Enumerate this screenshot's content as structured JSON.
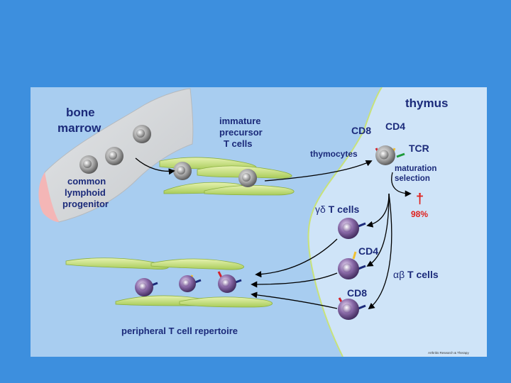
{
  "labels": {
    "bone_marrow_line1": "bone",
    "bone_marrow_line2": "marrow",
    "immature_line1": "immature",
    "immature_line2": "precursor",
    "immature_line3": "T cells",
    "thymus": "thymus",
    "cd8_top": "CD8",
    "cd4_top": "CD4",
    "tcr": "TCR",
    "thymocytes": "thymocytes",
    "maturation": "maturation",
    "selection": "selection",
    "common_line1": "common",
    "common_line2": "lymphoid",
    "common_line3": "progenitor",
    "gd_prefix": "γδ",
    "gd_suffix": " T cells",
    "dagger": "†",
    "percent": "98%",
    "cd4_mid": "CD4",
    "ab_prefix": "αβ",
    "ab_suffix": " T cells",
    "cd8_low": "CD8",
    "peripheral": "peripheral T cell repertoire",
    "credit": "Arthritis Research & Therapy"
  },
  "colors": {
    "slide_background": "#3d8fde",
    "panel_background": "#a8cdf0",
    "thymus_background": "#cfe4f8",
    "bone": "#d3d6da",
    "marrow_tip": "#f4b6b6",
    "label_text": "#1b2a7a",
    "death_red": "#e0201c",
    "cd8_marker": "#d4202a",
    "cd4_marker": "#f0c030",
    "tcr_marker": "#1f9a3a",
    "precursor_cell": "#8c8c8c",
    "mature_t_cell": "#8a6aa8",
    "stromal_cell": "#c8e27a"
  }
}
